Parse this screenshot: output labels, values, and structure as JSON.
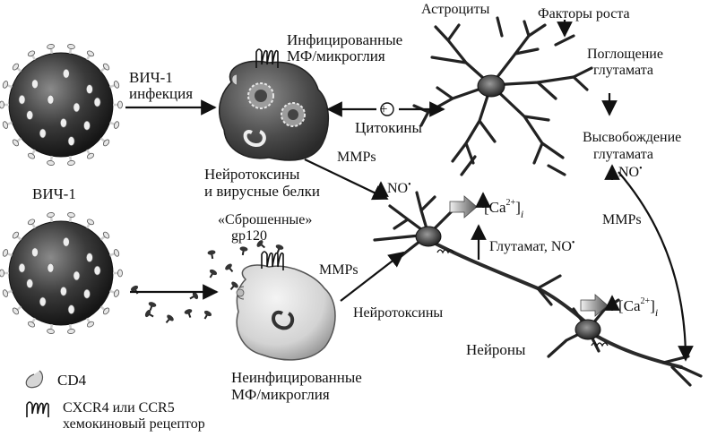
{
  "labels": {
    "hiv_infection": [
      "ВИЧ-1",
      "инфекция"
    ],
    "infected_mf": [
      "Инфицированные",
      "МФ/микроглия"
    ],
    "astrocytes": "Астроциты",
    "growth_factors": "Факторы роста",
    "glutamate_uptake": [
      "Поглощение",
      "глутамата"
    ],
    "glutamate_release": [
      "Высвобождение",
      "глутамата"
    ],
    "plus": "+",
    "cytokines": "Цитокины",
    "mmps_top": "MMPs",
    "neurotoxins_viral": [
      "Нейротоксины",
      "и вирусные белки"
    ],
    "hiv1": "ВИЧ-1",
    "no_top": "NO",
    "no_right": "NO",
    "ca_top_base": "[Ca",
    "ca_sup": "2+",
    "ca_close": "]",
    "ca_sub": "i",
    "ca_bottom_base": "[Ca",
    "shed_gp120": [
      "«Сброшенные»",
      "gp120"
    ],
    "mmps_mid": "MMPs",
    "glutamate_no": "Глутамат, NO",
    "mmps_right": "MMPs",
    "neurotoxins": "Нейротоксины",
    "neurons": "Нейроны",
    "uninfected_mf": [
      "Неинфицированные",
      "МФ/микроглия"
    ]
  },
  "legend": {
    "cd4": "CD4",
    "receptor": [
      "CXCR4 или CCR5",
      "хемокиновый рецептор"
    ]
  },
  "colors": {
    "virus": "#3a3a3a",
    "infected_cell": "#4b4b4b",
    "uninfected_cell": "#d9d9d9",
    "neuron": "#3a3a3a",
    "arrow_gradient": [
      "#f0f0f0",
      "#555555"
    ]
  },
  "icons": [
    "hiv-virion-icon",
    "cd4-receptor-icon",
    "chemokine-receptor-icon",
    "gp120-icon",
    "astrocyte-icon",
    "neuron-icon"
  ]
}
